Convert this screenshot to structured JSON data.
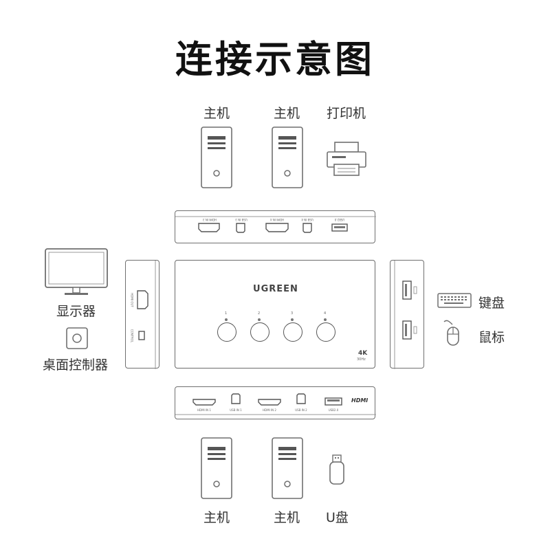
{
  "title": "连接示意图",
  "labels": {
    "host_top_1": "主机",
    "host_top_2": "主机",
    "printer": "打印机",
    "monitor": "显示器",
    "desk_controller": "桌面控制器",
    "keyboard": "键盘",
    "mouse": "鼠标",
    "host_bottom_1": "主机",
    "host_bottom_2": "主机",
    "usb_drive": "U盘"
  },
  "switch": {
    "brand": "UGREEN",
    "buttons": [
      "1",
      "2",
      "3",
      "4"
    ],
    "resolution": "4K",
    "refresh": "30Hz"
  },
  "back_panel_top_ports": [
    "HDMI IN 3",
    "USB IN 3",
    "HDMI IN 4",
    "USB IN 4",
    "USB2.0"
  ],
  "back_panel_bottom_ports": [
    "HDMI IN 1",
    "USB IN 1",
    "HDMI IN 2",
    "USB IN 2",
    "USB2.0"
  ],
  "back_panel_bottom_logo": "HDMI",
  "left_panel_ports": [
    "HDMI OUT",
    "CONTROL"
  ],
  "colors": {
    "outline": "#6f6f6f",
    "tower_stripe": "#555555",
    "text": "#333333"
  }
}
